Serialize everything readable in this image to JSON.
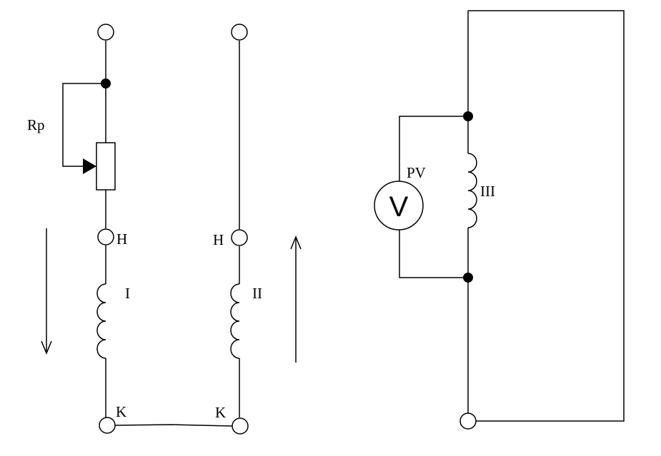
{
  "labels": {
    "rheostat": "Rp",
    "winding1": "I",
    "winding2": "II",
    "winding3": "III",
    "start1": "H",
    "end1": "K",
    "start2": "H",
    "end2": "K",
    "meter_name": "PV",
    "meter_symbol": "V"
  }
}
